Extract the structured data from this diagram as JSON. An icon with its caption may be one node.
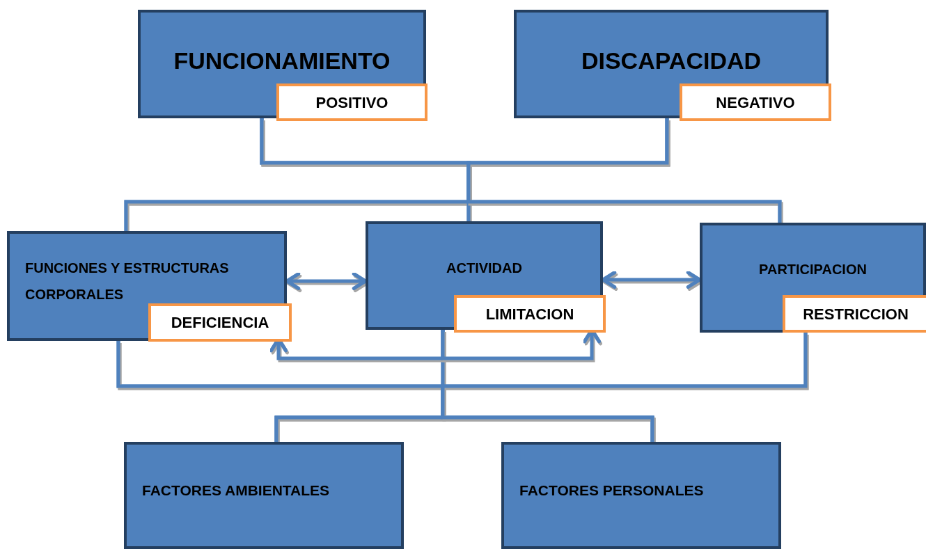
{
  "diagram": {
    "nodes": [
      {
        "text": [
          "FUNCIONAMIENTO"
        ]
      },
      {
        "text": [
          "POSITIVO"
        ],
        "in": 0
      },
      {
        "text": [
          "DISCAPACIDAD"
        ]
      },
      {
        "text": [
          "NEGATIVO"
        ],
        "in": 2
      },
      {
        "text": [
          "FUNCIONES Y ESTRUCTURAS CORPORALES"
        ]
      },
      {
        "text": [
          "DEFICIENCIA"
        ],
        "in": 4
      },
      {
        "text": [
          "ACTIVIDAD"
        ]
      },
      {
        "text": [
          "LIMITACION"
        ],
        "in": 6
      },
      {
        "text": [
          "PARTICIPACION"
        ]
      },
      {
        "text": [
          "RESTRICCION"
        ],
        "in": 8
      },
      {
        "text": [
          "FACTORES AMBIENTALES"
        ]
      },
      {
        "text": [
          "FACTORES PERSONALES"
        ]
      }
    ],
    "edges": [
      {
        "from": 0,
        "to": 4,
        "arrow": "none"
      },
      {
        "from": 0,
        "to": 6,
        "arrow": "none"
      },
      {
        "from": 0,
        "to": 8,
        "arrow": "none"
      },
      {
        "from": 2,
        "to": 4,
        "arrow": "none"
      },
      {
        "from": 2,
        "to": 6,
        "arrow": "none"
      },
      {
        "from": 2,
        "to": 8,
        "arrow": "none"
      },
      {
        "from": 4,
        "to": 6,
        "arrow": "both"
      },
      {
        "from": 6,
        "to": 8,
        "arrow": "both"
      },
      {
        "from": 4,
        "to": 10,
        "arrow": "none"
      },
      {
        "from": 4,
        "to": 11,
        "arrow": "none"
      },
      {
        "from": 6,
        "to": 10,
        "arrow": "none"
      },
      {
        "from": 6,
        "to": 11,
        "arrow": "none"
      },
      {
        "from": 8,
        "to": 10,
        "arrow": "none"
      },
      {
        "from": 8,
        "to": 11,
        "arrow": "none"
      },
      {
        "from": 6,
        "to": 5,
        "arrow": "to"
      },
      {
        "from": 6,
        "to": 7,
        "arrow": "to"
      }
    ]
  }
}
